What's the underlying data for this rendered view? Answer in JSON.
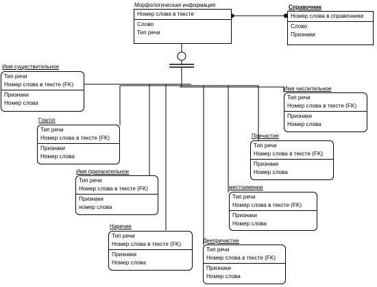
{
  "entities": {
    "morph": {
      "title": "Морфологическая информация",
      "key": [
        "Номер слова в тексте"
      ],
      "attrs": [
        "Слово",
        "Тип речи"
      ]
    },
    "sprav": {
      "title": "Справочник",
      "key": [
        "Номер слова в справочнике"
      ],
      "attrs": [
        "Слово",
        "Признаки"
      ]
    },
    "noun": {
      "title": "Имя существительное",
      "key": [
        "Тип речи",
        "Номер слова в тексте (FK)"
      ],
      "attrs": [
        "Признаки",
        "Номер слова"
      ]
    },
    "verb": {
      "title": "Глагол",
      "key": [
        "Тип речи",
        "Номер слова в тексте (FK)"
      ],
      "attrs": [
        "Признаки",
        "Номер слова"
      ]
    },
    "adj": {
      "title": "Имя прилагательное",
      "key": [
        "Тип речи",
        "Номер слова в тексте (FK)"
      ],
      "attrs": [
        "Признаки",
        "номер слова"
      ]
    },
    "adv": {
      "title": "Наречие",
      "key": [
        "Тип речи",
        "Номер слова в тексте (FK)"
      ],
      "attrs": [
        "Признаки",
        "Номер слова"
      ]
    },
    "num": {
      "title": "Имя числительное",
      "key": [
        "Тип речи",
        "Номер слова в тексте (FK)"
      ],
      "attrs": [
        "Признаки",
        "Номер слова"
      ]
    },
    "part": {
      "title": "Причастие",
      "key": [
        "Тип речи",
        "Номер слова в тексте (FK)"
      ],
      "attrs": [
        "Признаки",
        "Номер слова"
      ]
    },
    "pron": {
      "title": "местоимение",
      "key": [
        "Тип речи",
        "Номер слова в тексте (FK)"
      ],
      "attrs": [
        "Признаки",
        "Номер слова"
      ]
    },
    "gerund": {
      "title": "Деепричастие",
      "key": [
        "Тип речи",
        "Номер слова в тексте (FK)"
      ],
      "attrs": [
        "Признаки",
        "Номер слова"
      ]
    }
  }
}
